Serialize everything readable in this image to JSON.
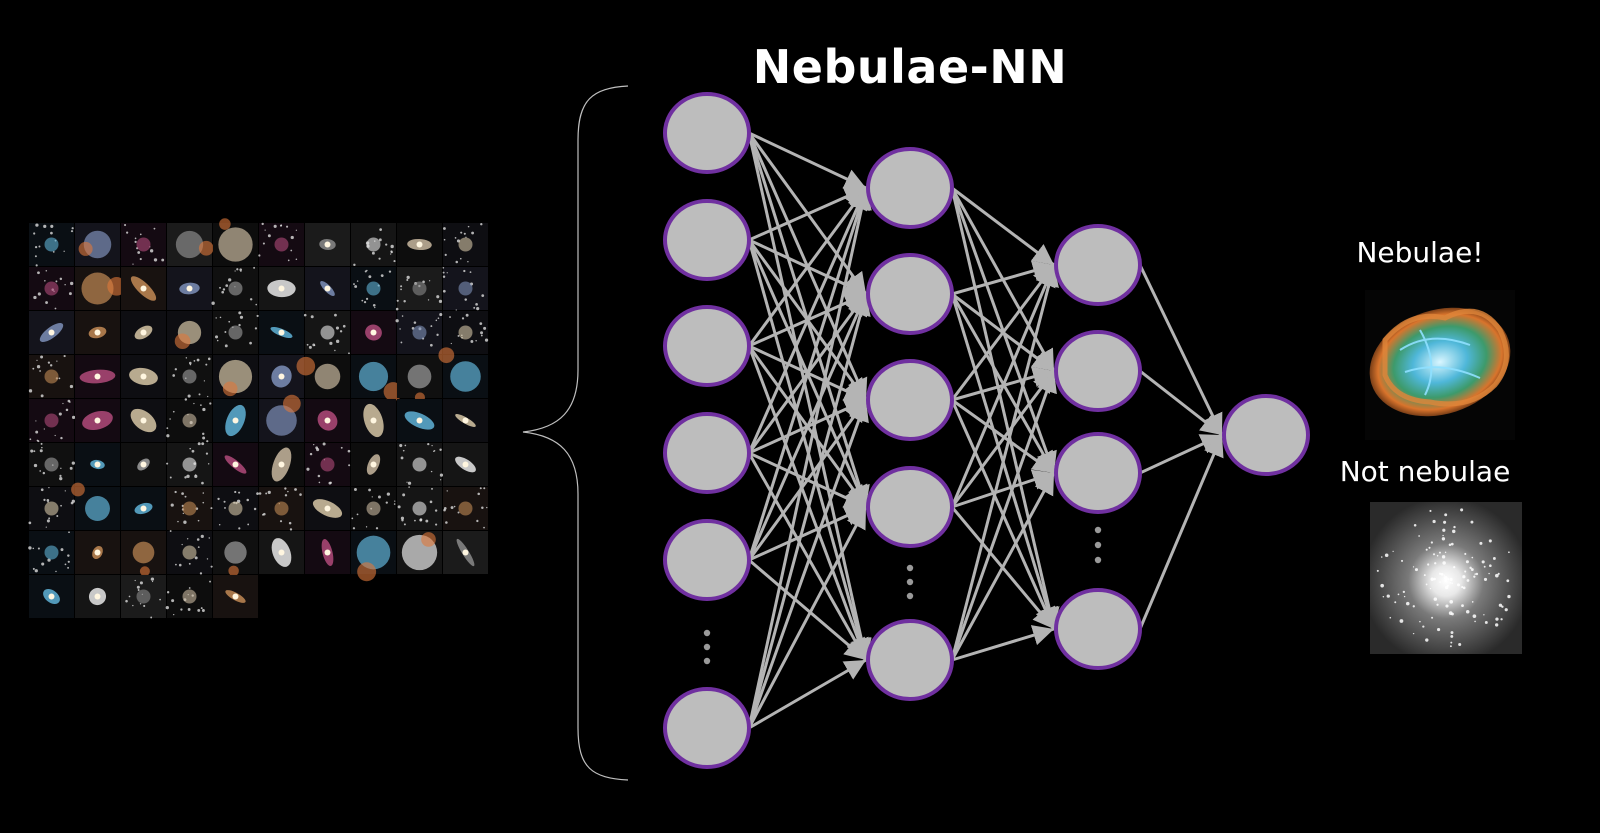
{
  "title": "Nebulae-NN",
  "outputs": {
    "positive_label": "Nebulae!",
    "negative_label": "Not nebulae"
  },
  "network": {
    "layer_sizes_drawn": [
      6,
      5,
      4,
      1
    ],
    "truncated_layers": [
      0,
      1,
      2
    ],
    "node_fill": "#bdbdbd",
    "node_stroke": "#7030a0",
    "edge_color": "#b4b4b4",
    "dots_color": "#9a9a9a"
  },
  "input_mosaic": {
    "description_rows": 9,
    "description_cols": 10
  },
  "images": {
    "positive_example": "crab-nebula-image",
    "negative_example": "star-cluster-image"
  }
}
